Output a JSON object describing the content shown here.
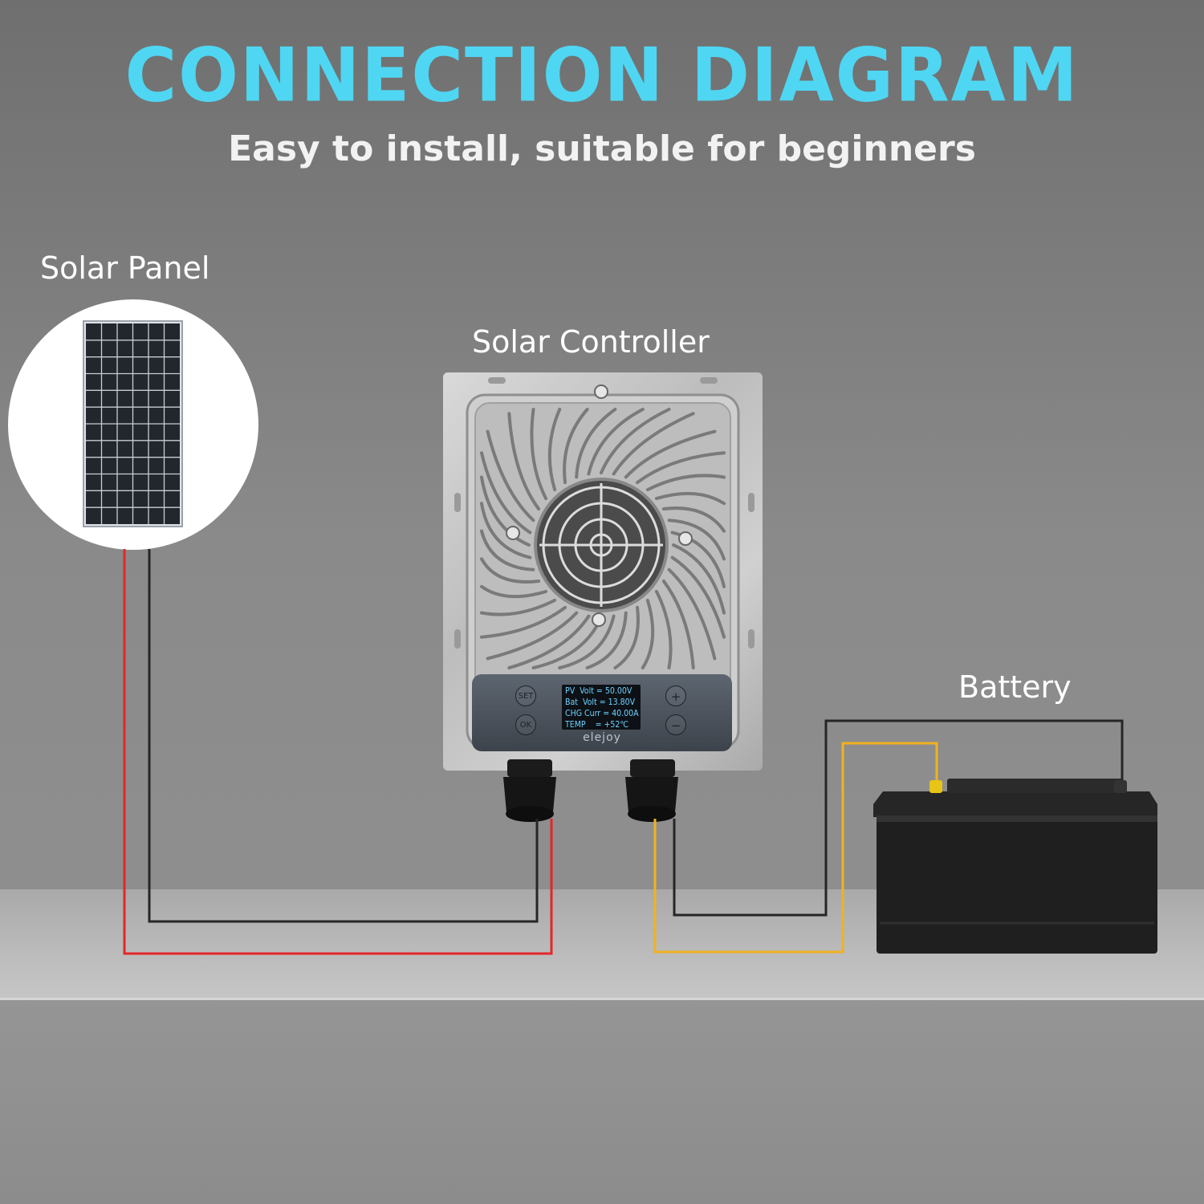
{
  "title": "CONNECTION DIAGRAM",
  "subtitle": "Easy to install, suitable for beginners",
  "labels": {
    "solar_panel": "Solar Panel",
    "solar_controller": "Solar Controller",
    "battery": "Battery"
  },
  "controller": {
    "brand": "elejoy",
    "display_lines": [
      "PV  Volt = 50.00V",
      "Bat  Volt = 13.80V",
      "CHG Curr = 40.00A",
      "TEMP    = +52℃"
    ],
    "buttons": {
      "set": "SET",
      "ok": "OK",
      "plus": "+",
      "minus": "−"
    }
  },
  "colors": {
    "title": "#4fd6f2",
    "wire_positive_pv": "#e3262a",
    "wire_negative": "#262626",
    "wire_positive_battery": "#f1b21f"
  }
}
